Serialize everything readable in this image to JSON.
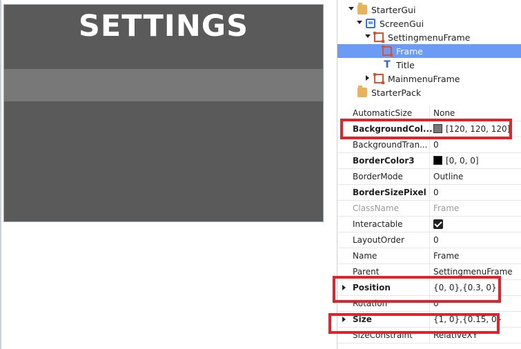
{
  "viewport": {
    "title": "SETTINGS",
    "frame_color": "#5a5a5a",
    "inner_frame_color": "#787878"
  },
  "explorer": {
    "items": [
      {
        "label": "StarterGui",
        "icon": "folder-icon",
        "expanded": true
      },
      {
        "label": "ScreenGui",
        "icon": "screengui-icon",
        "expanded": true
      },
      {
        "label": "SettingmenuFrame",
        "icon": "frame-icon",
        "expanded": true
      },
      {
        "label": "Frame",
        "icon": "frame-icon",
        "selected": true
      },
      {
        "label": "Title",
        "icon": "textlabel-icon"
      },
      {
        "label": "MainmenuFrame",
        "icon": "frame-icon",
        "expanded": false
      },
      {
        "label": "StarterPack",
        "icon": "folder-icon"
      }
    ]
  },
  "properties": {
    "rows": [
      {
        "name": "AutomaticSize",
        "value": "None"
      },
      {
        "name": "BackgroundCol...",
        "value": "[120, 120, 120]",
        "swatch": "#787878",
        "bold": true
      },
      {
        "name": "BackgroundTran...",
        "value": "0"
      },
      {
        "name": "BorderColor3",
        "value": "[0, 0, 0]",
        "swatch": "#000000",
        "bold": true
      },
      {
        "name": "BorderMode",
        "value": "Outline"
      },
      {
        "name": "BorderSizePixel",
        "value": "0",
        "bold": true
      },
      {
        "name": "ClassName",
        "value": "Frame",
        "muted": true
      },
      {
        "name": "Interactable",
        "value": "",
        "checked": true
      },
      {
        "name": "LayoutOrder",
        "value": "0"
      },
      {
        "name": "Name",
        "value": "Frame"
      },
      {
        "name": "Parent",
        "value": "SettingmenuFrame"
      },
      {
        "name": "Position",
        "value": "{0, 0},{0.3, 0}",
        "bold": true,
        "expandable": true
      },
      {
        "name": "Rotation",
        "value": "0"
      },
      {
        "name": "Size",
        "value": "{1, 0},{0.15, 0}",
        "bold": true,
        "expandable": true
      },
      {
        "name": "SizeConstraint",
        "value": "RelativeXY"
      }
    ]
  },
  "highlight_color": "#e0242c"
}
